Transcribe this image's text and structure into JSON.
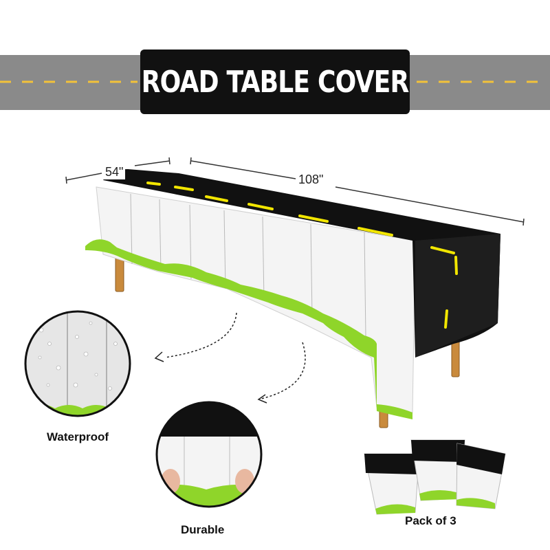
{
  "title": "ROAD TABLE COVER",
  "dimensions": {
    "width": "54\"",
    "length": "108\""
  },
  "features": {
    "waterproof": "Waterproof",
    "durable": "Durable",
    "pack": "Pack of 3"
  },
  "colors": {
    "road": "#111111",
    "lane_line": "#f2e600",
    "grass": "#8fd52a",
    "cloth": "#f4f4f4",
    "band": "#8a8a8a",
    "table_leg": "#c98a3c"
  }
}
